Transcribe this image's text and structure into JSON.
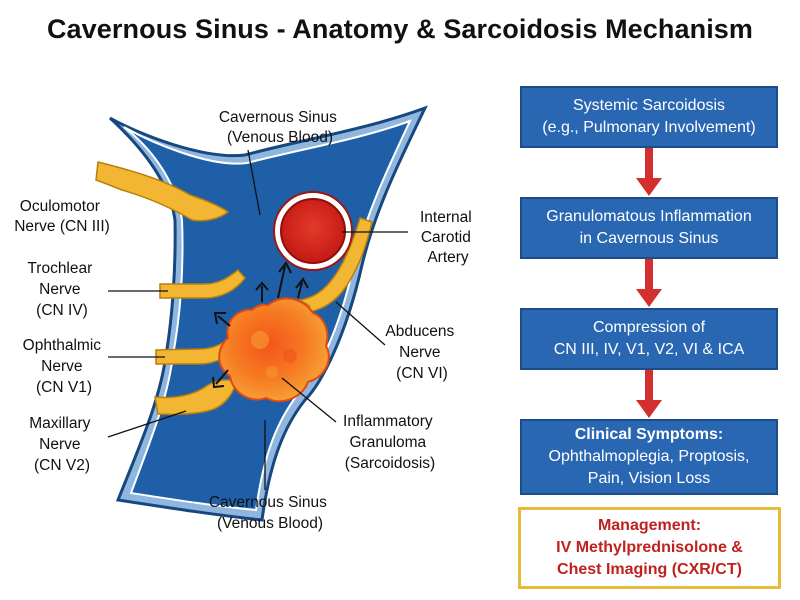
{
  "title": "Cavernous Sinus - Anatomy & Sarcoidosis Mechanism",
  "anatomy_labels": {
    "sinus_top": [
      "Cavernous Sinus",
      "(Venous Blood)"
    ],
    "sinus_bottom": [
      "Cavernous Sinus",
      "(Venous Blood)"
    ],
    "oculomotor": [
      "Oculomotor",
      "Nerve (CN III)"
    ],
    "trochlear": [
      "Trochlear",
      "Nerve",
      "(CN IV)"
    ],
    "ophthalmic": [
      "Ophthalmic",
      "Nerve",
      "(CN V1)"
    ],
    "maxillary": [
      "Maxillary",
      "Nerve",
      "(CN V2)"
    ],
    "carotid": [
      "Internal",
      "Carotid",
      "Artery"
    ],
    "abducens": [
      "Abducens",
      "Nerve",
      "(CN VI)"
    ],
    "granuloma": [
      "Inflammatory",
      "Granuloma",
      "(Sarcoidosis)"
    ]
  },
  "flow": {
    "step1": [
      "Systemic Sarcoidosis",
      "(e.g., Pulmonary Involvement)"
    ],
    "step2": [
      "Granulomatous Inflammation",
      "in Cavernous Sinus"
    ],
    "step3": [
      "Compression of",
      "CN III, IV, V1, V2, VI & ICA"
    ],
    "step4_heading": "Clinical Symptoms:",
    "step4": [
      "Ophthalmoplegia, Proptosis,",
      "Pain, Vision Loss"
    ],
    "management": [
      "Management:",
      "IV Methylprednisolone &",
      "Chest Imaging (CXR/CT)"
    ]
  },
  "colors": {
    "sinus_blue": "#1f5fa8",
    "nerve_yellow": "#f2b632",
    "artery_red": "#d8201c",
    "granuloma_orange": "#f36a1e",
    "flow_box_blue": "#2a67b3",
    "arrow_red": "#d32f2f",
    "management_border": "#e9b93b",
    "management_text": "#c0211f"
  }
}
